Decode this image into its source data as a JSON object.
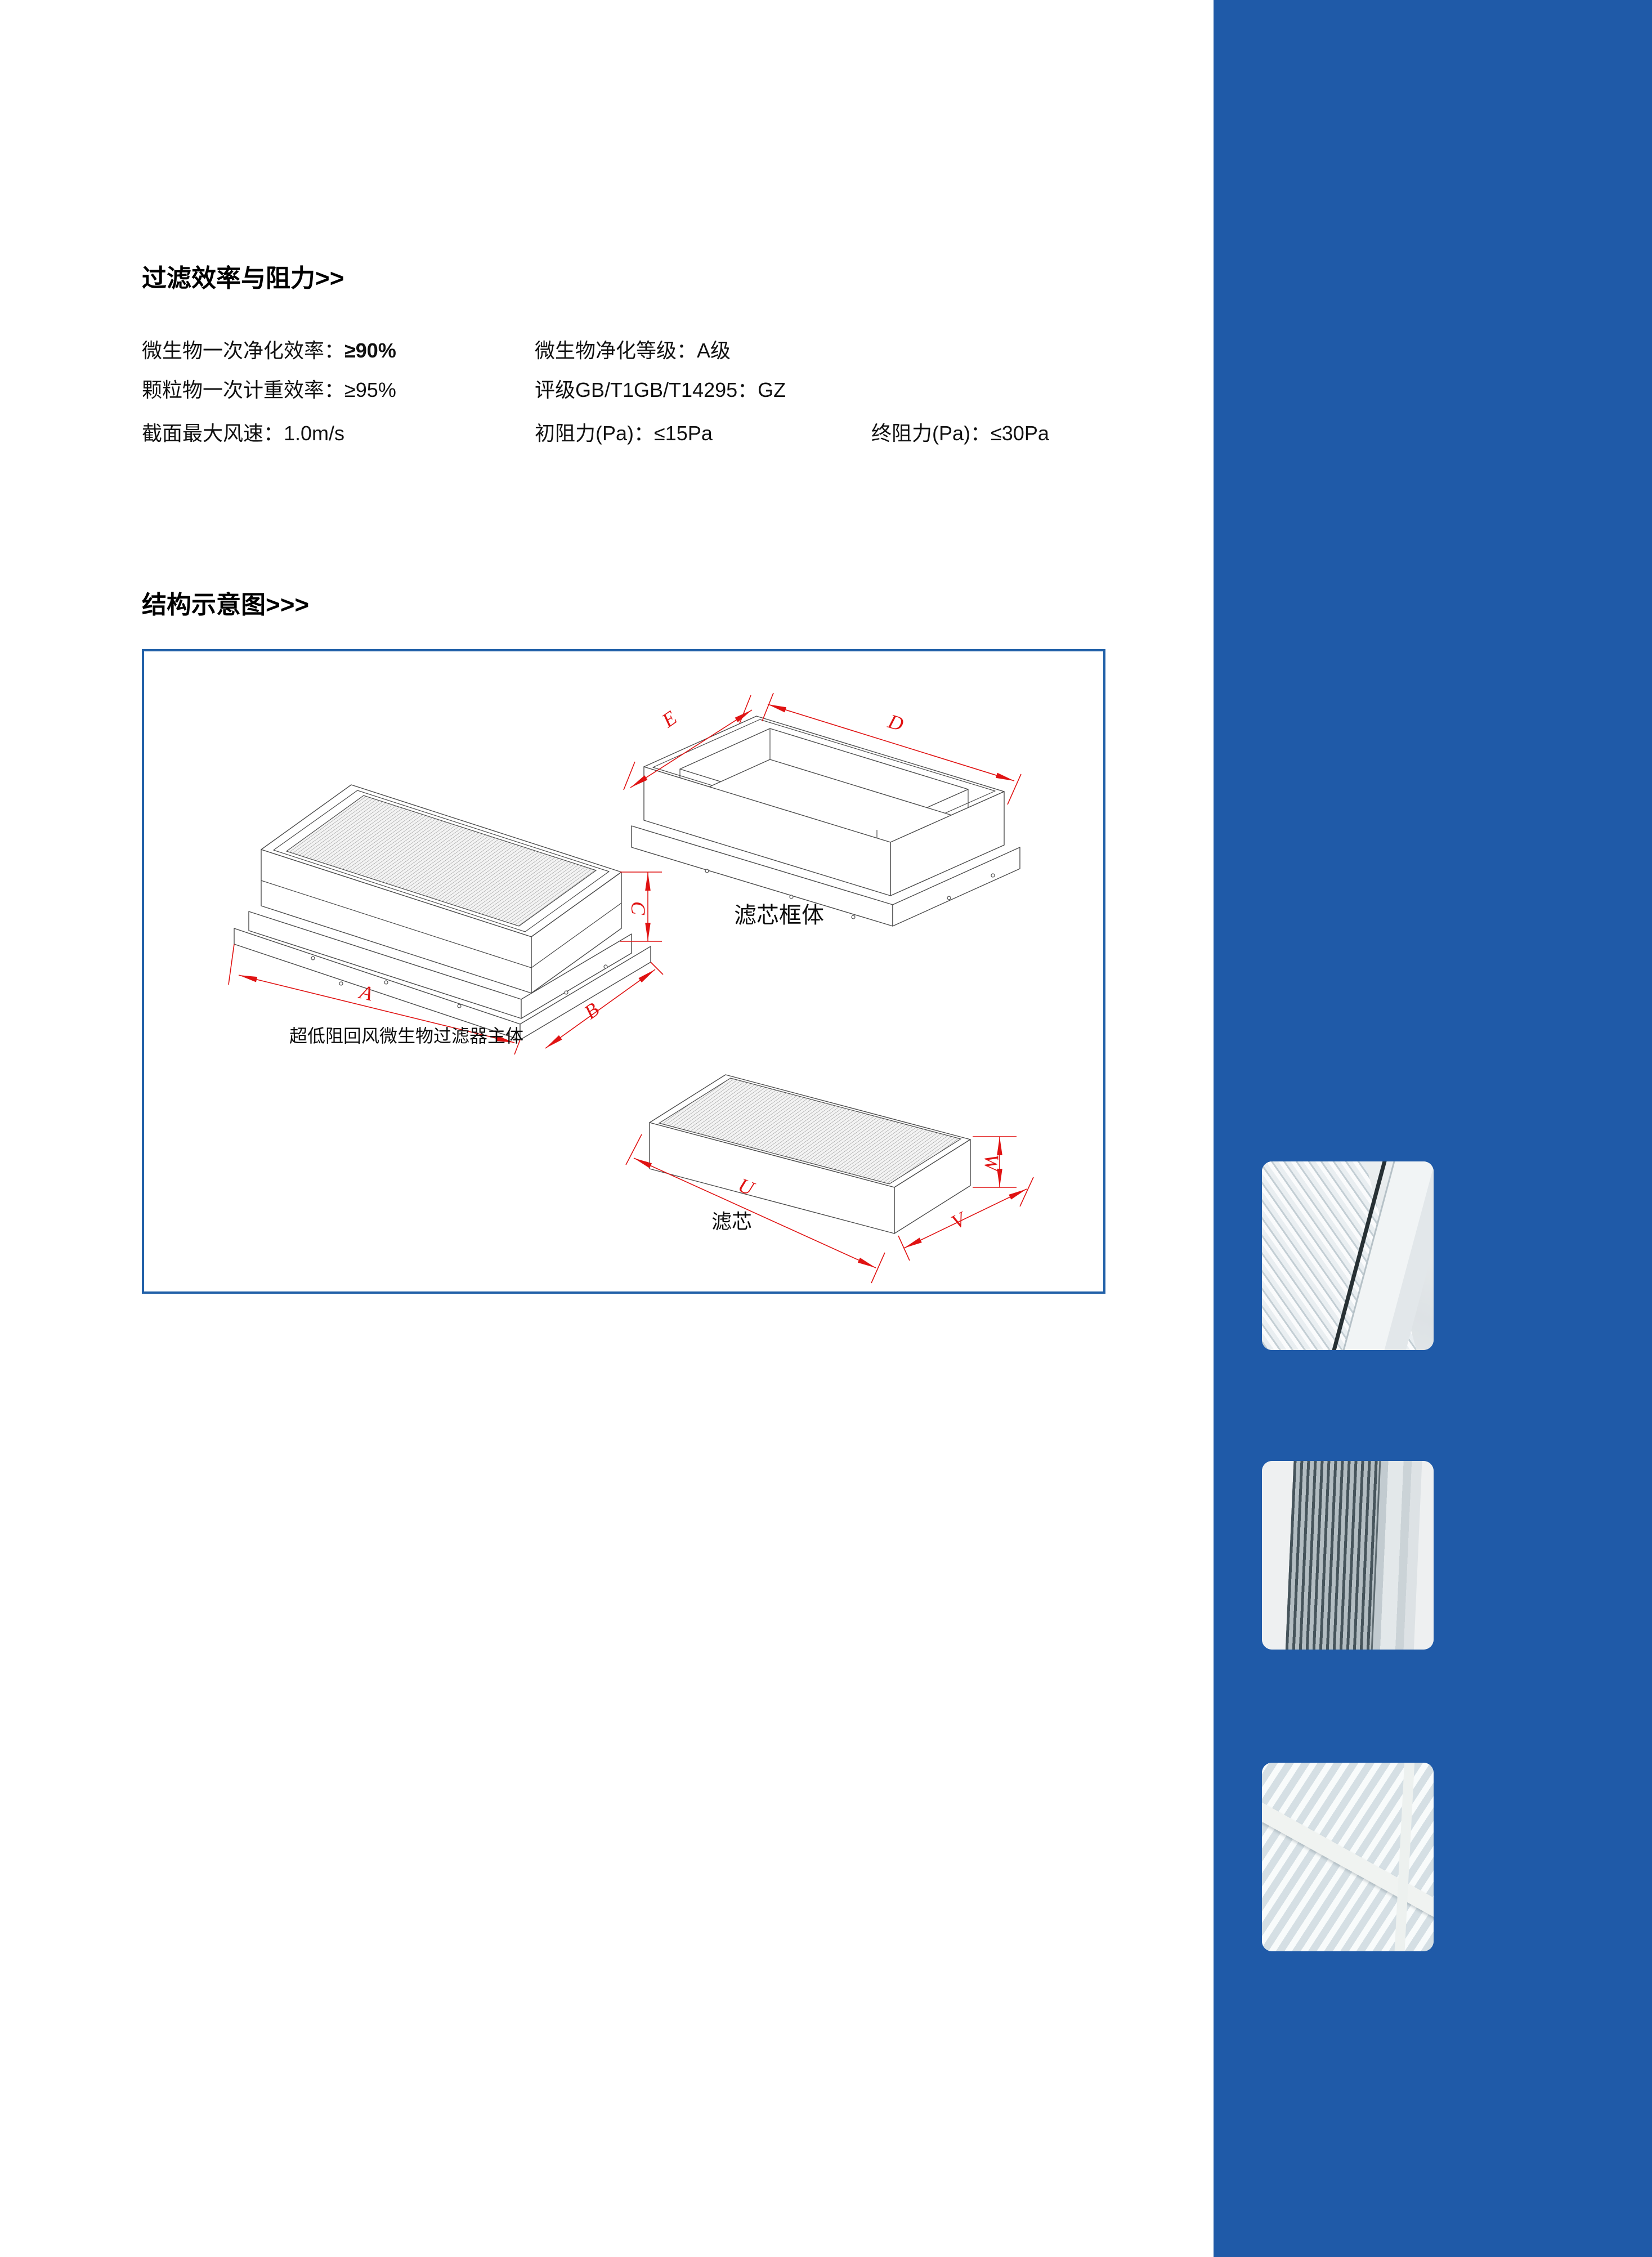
{
  "colors": {
    "sidebar_blue": "#1f5aa8",
    "diagram_border_blue": "#2160a8",
    "dimension_red": "#e01212",
    "drawing_line_gray": "#4a4a4a",
    "text_black": "#111111"
  },
  "headings": {
    "filtration": "过滤效率与阻力>>",
    "structure": "结构示意图>>>"
  },
  "specs": {
    "r1c1": {
      "label": "微生物一次净化效率：",
      "value": "≥90%"
    },
    "r1c2": {
      "label": "微生物净化等级：",
      "value": "A级"
    },
    "r2c1": {
      "label": "颗粒物一次计重效率：",
      "value": "≥95%"
    },
    "r2c2": {
      "label": "评级GB/T1GB/T14295：",
      "value": "GZ"
    },
    "r3c1": {
      "label": "截面最大风速：",
      "value": "1.0m/s"
    },
    "r3c2": {
      "label": "初阻力(Pa)：",
      "value": "≤15Pa"
    },
    "r3c3": {
      "label": "终阻力(Pa)：",
      "value": "≤30Pa"
    }
  },
  "diagram": {
    "part_labels": {
      "main": "超低阻回风微生物过滤器主体",
      "frame": "滤芯框体",
      "cartridge": "滤芯"
    },
    "dims": {
      "A": "A",
      "B": "B",
      "C": "C",
      "D": "D",
      "E": "E",
      "U": "U",
      "V": "V",
      "W": "W"
    }
  },
  "sidebar": {
    "thumbnails": [
      {
        "name": "filter-frame-corner-photo"
      },
      {
        "name": "louver-grille-photo"
      },
      {
        "name": "pleated-media-closeup-photo"
      }
    ]
  }
}
